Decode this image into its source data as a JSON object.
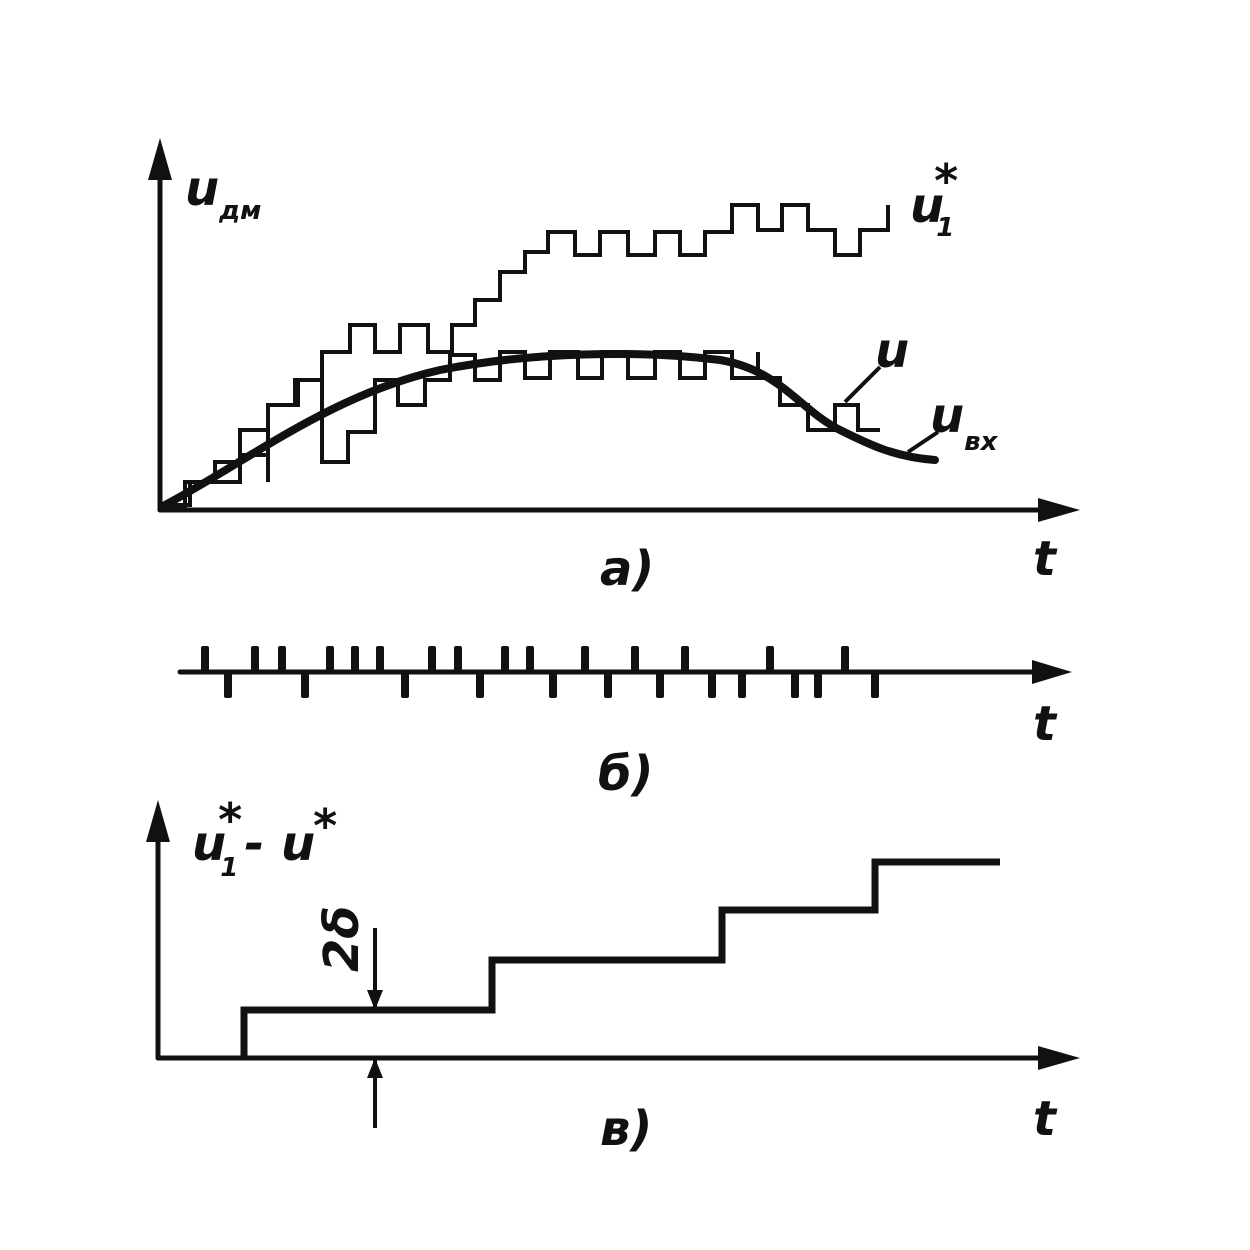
{
  "panel_a": {
    "y_axis_label_base": "u",
    "y_axis_label_sub": "дм",
    "x_axis_label": "t",
    "caption": "а)",
    "curve_label_u1_base": "u",
    "curve_label_u1_sup": "*",
    "curve_label_u1_sub": "1",
    "curve_label_u": "u",
    "curve_label_uvx_base": "u",
    "curve_label_uvx_sub": "вх"
  },
  "panel_b": {
    "x_axis_label": "t",
    "caption": "б)"
  },
  "panel_c": {
    "y_axis_label_base": "u",
    "y_axis_label_sup": "*",
    "y_axis_label_sub": "1",
    "y_axis_label_tail": "- u",
    "y_axis_label_tail_sup": "*",
    "x_axis_label": "t",
    "caption": "в)",
    "step_label": "2δ"
  },
  "colors": {
    "ink": "#111111",
    "background": "#ffffff"
  }
}
